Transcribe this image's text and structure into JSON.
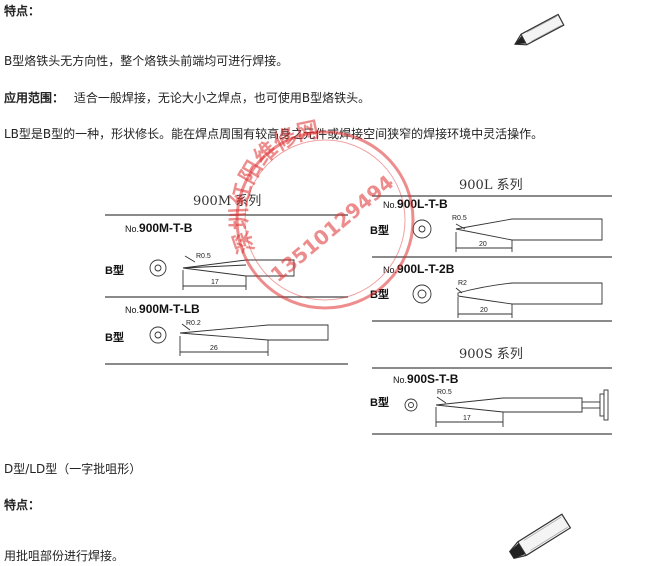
{
  "features_heading_1": "特点：",
  "b_description": "B型烙铁头无方向性，整个烙铁头前端均可进行焊接。",
  "application_label": "应用范围：",
  "application_text": "适合一般焊接，无论大小之焊点，也可使用B型烙铁头。",
  "lb_description": "LB型是B型的一种，形状修长。能在焊点周围有较高身之元件或焊接空间狭窄的焊接环境中灵活操作。",
  "diagram": {
    "series_900m": "900M 系列",
    "series_900l": "900L 系列",
    "series_900s": "900S 系列",
    "no_prefix": "No.",
    "b_type_label": "B型",
    "tips": [
      {
        "model": "900M-T-B",
        "radius": "R0.5",
        "length": "17"
      },
      {
        "model": "900M-T-LB",
        "radius": "R0.2",
        "length": "26"
      },
      {
        "model": "900L-T-B",
        "radius": "R0.5",
        "length": "20"
      },
      {
        "model": "900L-T-2B",
        "radius": "R2",
        "length": "20"
      },
      {
        "model": "900S-T-B",
        "radius": "R0.5",
        "length": "17"
      }
    ]
  },
  "watermark": {
    "text": "深圳红阳维修网",
    "phone": "13510129494",
    "color": "#e03030"
  },
  "d_type_heading": "D型/LD型（一字批咀形）",
  "features_heading_2": "特点：",
  "d_description": "用批咀部份进行焊接。",
  "icons": {
    "b_tip_icon": "pencil-tip-icon",
    "d_tip_icon": "chisel-tip-icon"
  }
}
